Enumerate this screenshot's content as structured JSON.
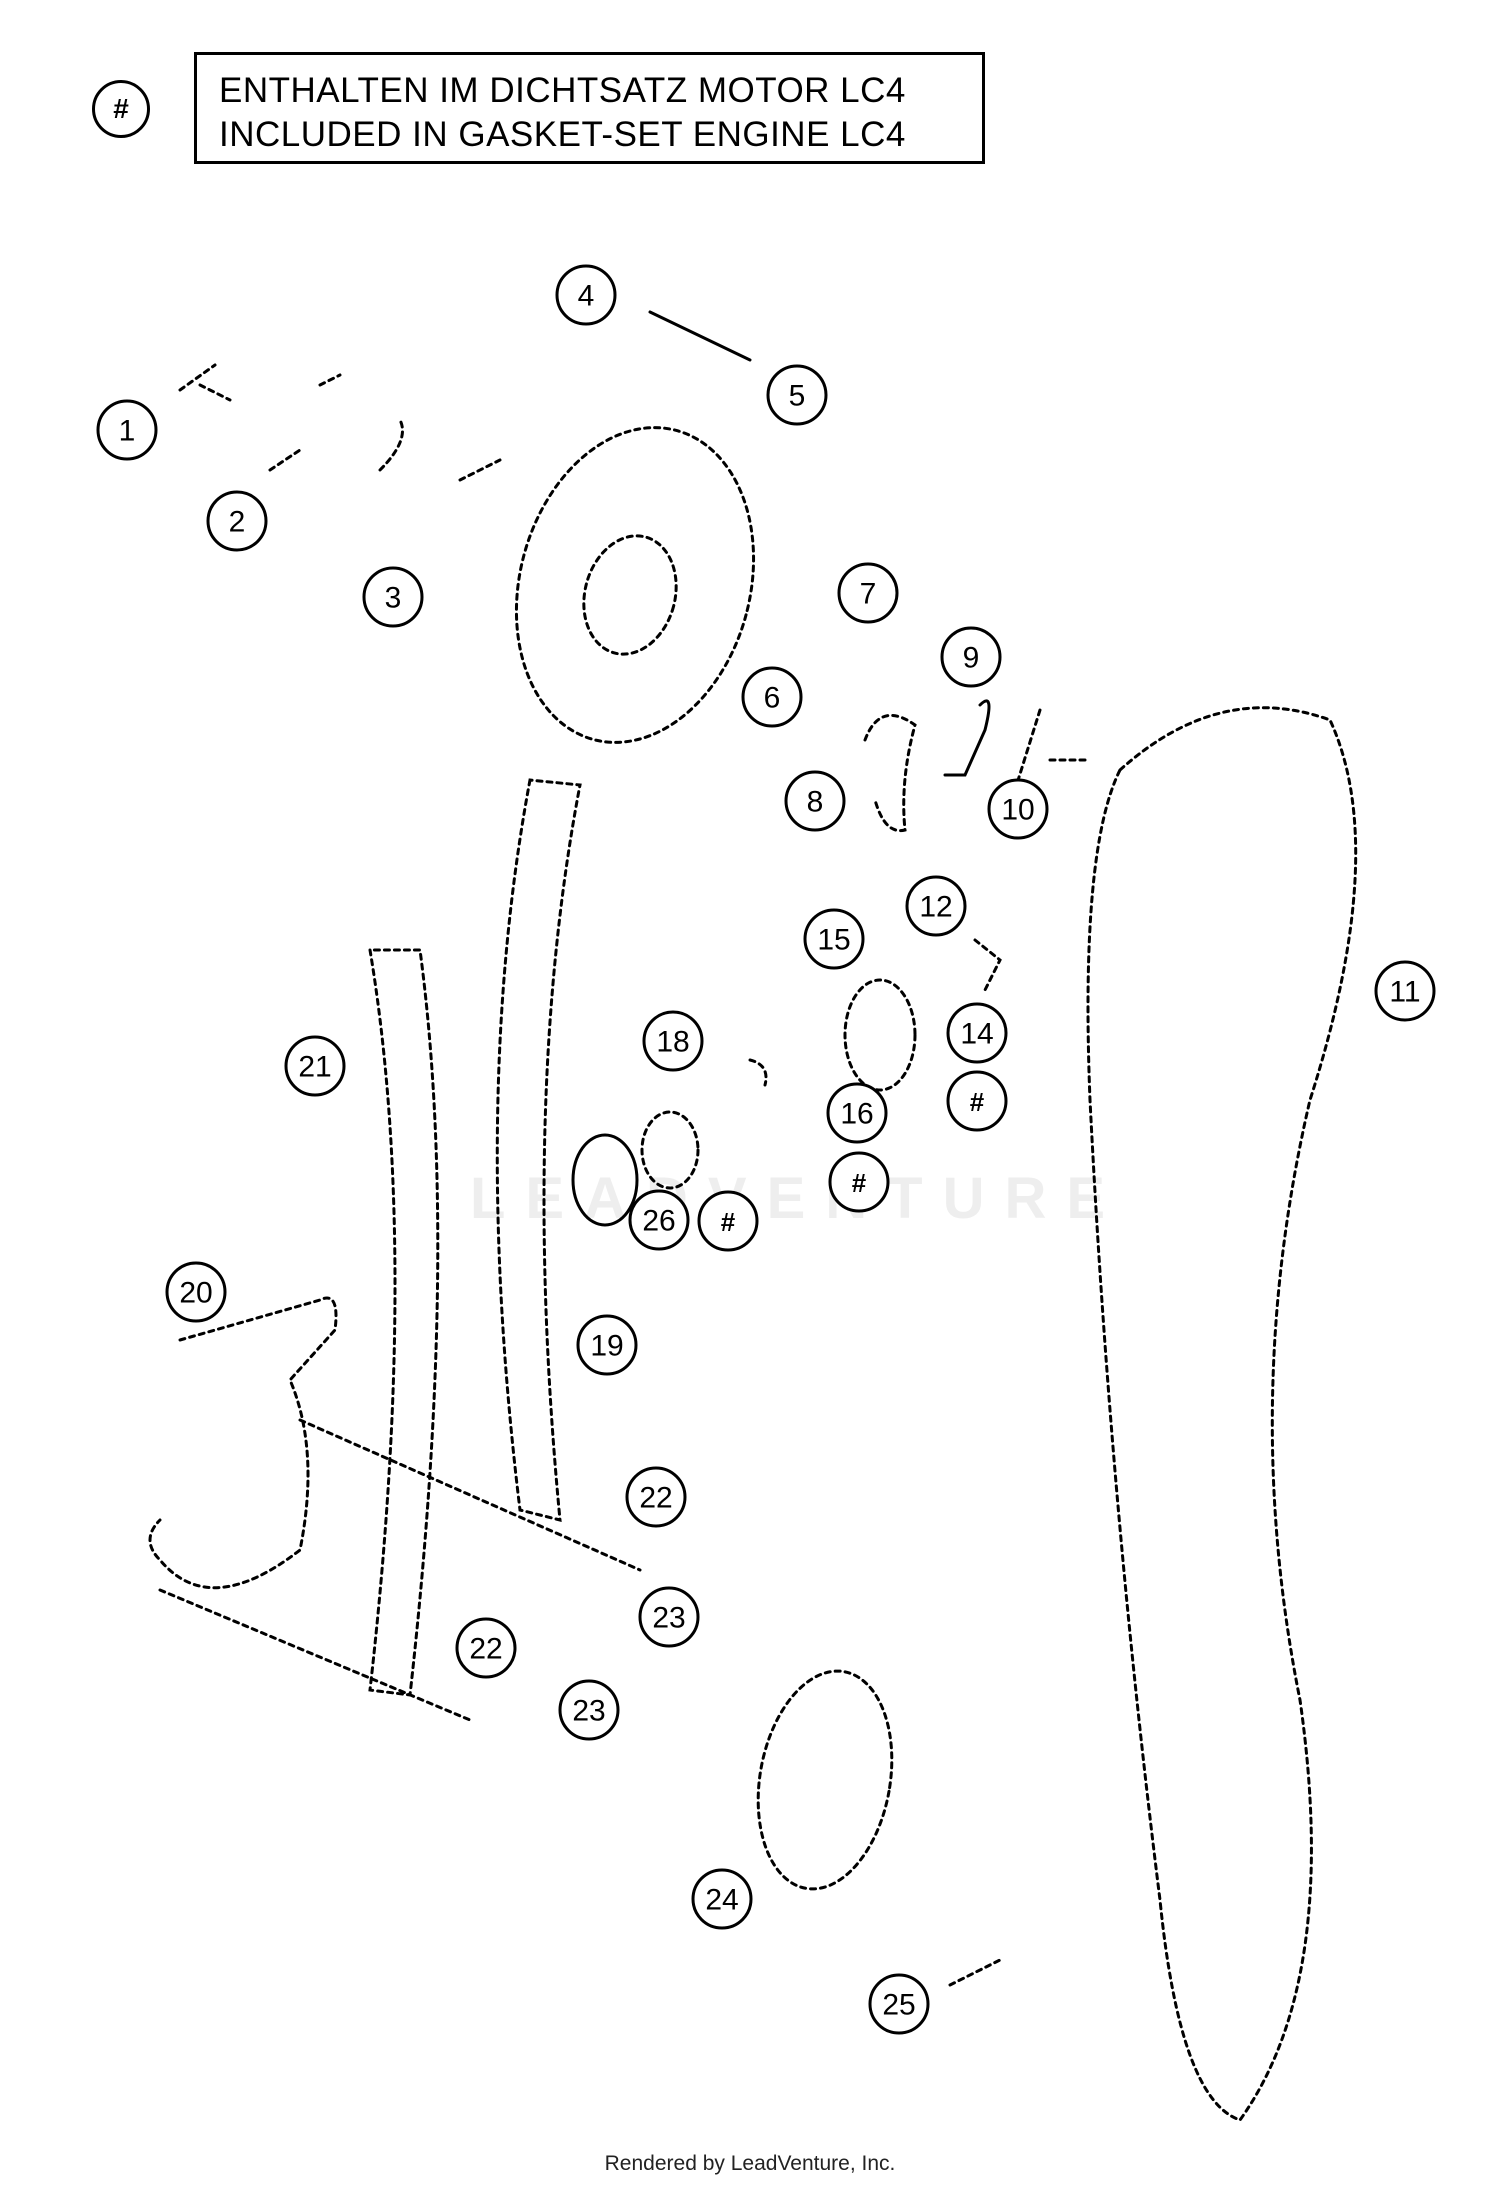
{
  "legend": {
    "symbol": "#",
    "line_de": "ENTHALTEN IM DICHTSATZ MOTOR LC4",
    "line_en": "INCLUDED IN GASKET-SET ENGINE LC4"
  },
  "callouts": [
    {
      "id": "c1",
      "label": "1"
    },
    {
      "id": "c2",
      "label": "2"
    },
    {
      "id": "c3",
      "label": "3"
    },
    {
      "id": "c4",
      "label": "4"
    },
    {
      "id": "c5",
      "label": "5"
    },
    {
      "id": "c6",
      "label": "6"
    },
    {
      "id": "c7",
      "label": "7"
    },
    {
      "id": "c8",
      "label": "8"
    },
    {
      "id": "c9",
      "label": "9"
    },
    {
      "id": "c10",
      "label": "10"
    },
    {
      "id": "c11",
      "label": "11"
    },
    {
      "id": "c12",
      "label": "12"
    },
    {
      "id": "c14",
      "label": "14"
    },
    {
      "id": "c14h",
      "label": "#"
    },
    {
      "id": "c15",
      "label": "15"
    },
    {
      "id": "c16",
      "label": "16"
    },
    {
      "id": "c16h",
      "label": "#"
    },
    {
      "id": "c18",
      "label": "18"
    },
    {
      "id": "c19",
      "label": "19"
    },
    {
      "id": "c20",
      "label": "20"
    },
    {
      "id": "c21",
      "label": "21"
    },
    {
      "id": "c22a",
      "label": "22"
    },
    {
      "id": "c22b",
      "label": "22"
    },
    {
      "id": "c23a",
      "label": "23"
    },
    {
      "id": "c23b",
      "label": "23"
    },
    {
      "id": "c24",
      "label": "24"
    },
    {
      "id": "c25",
      "label": "25"
    },
    {
      "id": "c26",
      "label": "26"
    },
    {
      "id": "c26h",
      "label": "#"
    }
  ],
  "watermark": "LEADVENTURE",
  "credit": "Rendered by LeadVenture, Inc."
}
